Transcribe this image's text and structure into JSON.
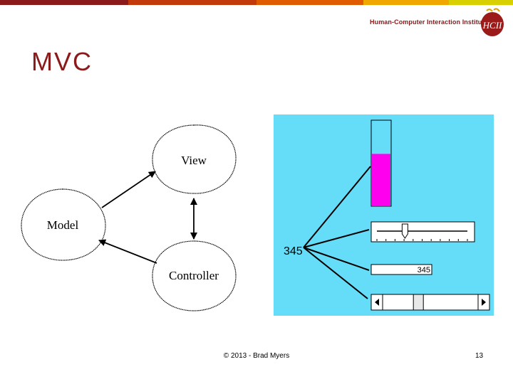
{
  "header": {
    "institute": "Human-Computer Interaction Institute",
    "logo_text": "HCII",
    "bar_colors": [
      "#8b1a1a",
      "#c23a0c",
      "#e05a00",
      "#f0a800",
      "#d8d000"
    ]
  },
  "slide": {
    "title": "MVC"
  },
  "diagram": {
    "nodes": {
      "view": "View",
      "model": "Model",
      "controller": "Controller"
    }
  },
  "panel": {
    "background": "#66ddf8",
    "value": "345",
    "text_field_value": "345",
    "bar_fill_color": "#ff00ee",
    "bar_fill_fraction": 0.61,
    "slider_fraction": 0.31,
    "scrollbar_fraction": 0.36
  },
  "footer": {
    "copyright": "© 2013 - Brad Myers",
    "page_number": "13"
  }
}
